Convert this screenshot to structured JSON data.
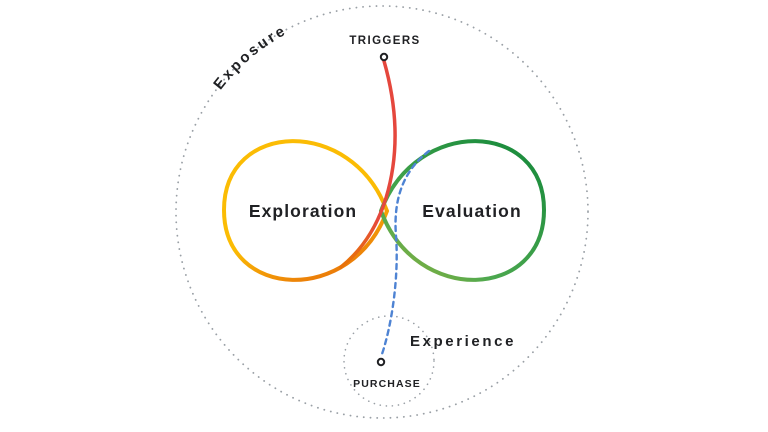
{
  "diagram": {
    "outer_ring_label": "Exposure",
    "experience_ring_label": "Experience",
    "triggers_label": "TRIGGERS",
    "purchase_label": "PURCHASE",
    "exploration_label": "Exploration",
    "evaluation_label": "Evaluation"
  },
  "colors": {
    "yellow": "#FBBC04",
    "orange": "#E8710A",
    "green_light": "#4CA84F",
    "green_dark": "#1E8E3E",
    "green_yellow_blend": "#8FB23F",
    "red": "#E5473D",
    "blue": "#4E83D3",
    "dot_gray": "#9AA0A6",
    "text_dark": "#202124"
  }
}
